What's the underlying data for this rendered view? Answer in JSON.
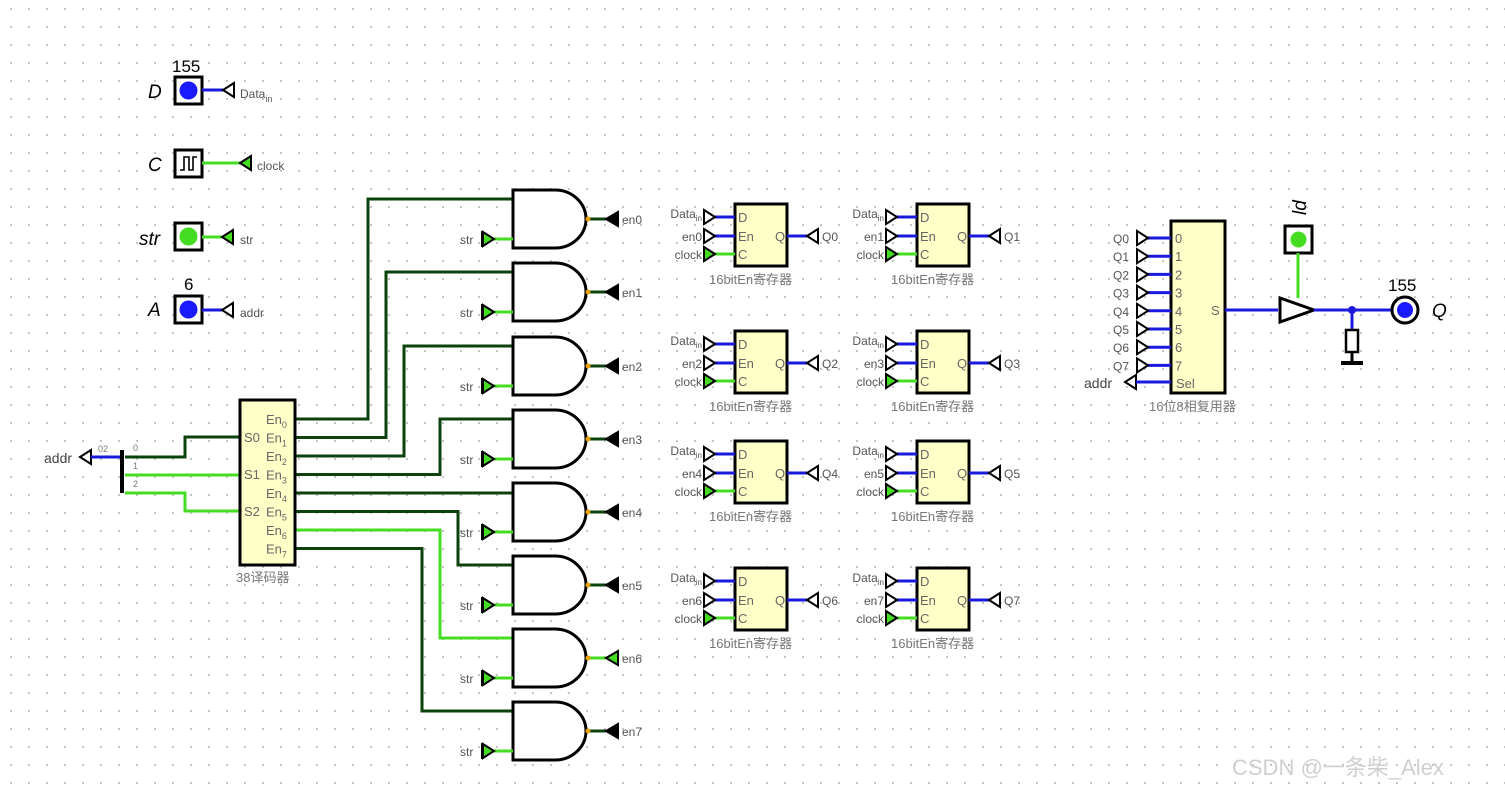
{
  "inputs": {
    "D": {
      "name": "D",
      "value": "155",
      "tunnel": "Data",
      "tunnel_sub": "in"
    },
    "C": {
      "name": "C",
      "tunnel": "clock"
    },
    "str": {
      "name": "str",
      "tunnel": "str"
    },
    "A": {
      "name": "A",
      "value": "6",
      "tunnel": "addr"
    }
  },
  "splitter": {
    "tunnel": "addr",
    "bits": "02",
    "outs": [
      "0",
      "1",
      "2"
    ]
  },
  "decoder": {
    "name": "38译码器",
    "inputs": [
      "S0",
      "S1",
      "S2"
    ],
    "outputs": [
      "En0",
      "En1",
      "En2",
      "En3",
      "En4",
      "En5",
      "En6",
      "En7"
    ]
  },
  "and_gates": {
    "input_tunnel": "str",
    "outputs": [
      "en0",
      "en1",
      "en2",
      "en3",
      "en4",
      "en5",
      "en6",
      "en7"
    ]
  },
  "registers": {
    "component_name": "16bitEn寄存器",
    "pins": {
      "d": "D",
      "en": "En",
      "c": "C",
      "q": "Q"
    },
    "data_tunnel": "Data",
    "data_tunnel_sub": "in",
    "clock_tunnel": "clock",
    "enables": [
      "en0",
      "en1",
      "en2",
      "en3",
      "en4",
      "en5",
      "en6",
      "en7"
    ],
    "outputs": [
      "Q0",
      "Q1",
      "Q2",
      "Q3",
      "Q4",
      "Q5",
      "Q6",
      "Q7"
    ]
  },
  "mux": {
    "name": "16位8相复用器",
    "inputs": [
      "Q0",
      "Q1",
      "Q2",
      "Q3",
      "Q4",
      "Q5",
      "Q6",
      "Q7"
    ],
    "pins": [
      "0",
      "1",
      "2",
      "3",
      "4",
      "5",
      "6",
      "7"
    ],
    "sel": "Sel",
    "sel_tunnel": "addr",
    "out": "S"
  },
  "ld": {
    "name": "ld"
  },
  "output": {
    "name": "Q",
    "value": "155"
  },
  "watermark": "CSDN @一条柴_Alex",
  "colors": {
    "bus_blue": "#1a1adf",
    "wire_on": "#44dd22",
    "wire_off": "#0c420c",
    "component_fill": "#ffffc8",
    "pin_blue": "#1a1aff"
  }
}
